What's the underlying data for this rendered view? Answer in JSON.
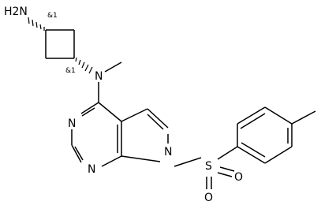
{
  "structure": {
    "atoms": {
      "amine_n": "H2N",
      "methylamino_n": "N",
      "methyl": "",
      "pyrimidine_n_top": "N",
      "pyrimidine_n_bottom": "N",
      "pyrrole_n": "N",
      "sulfur": "S",
      "oxygen_right": "O",
      "oxygen_bottom": "O"
    },
    "stereo_labels": {
      "top": "&1",
      "bottom": "&1"
    }
  }
}
